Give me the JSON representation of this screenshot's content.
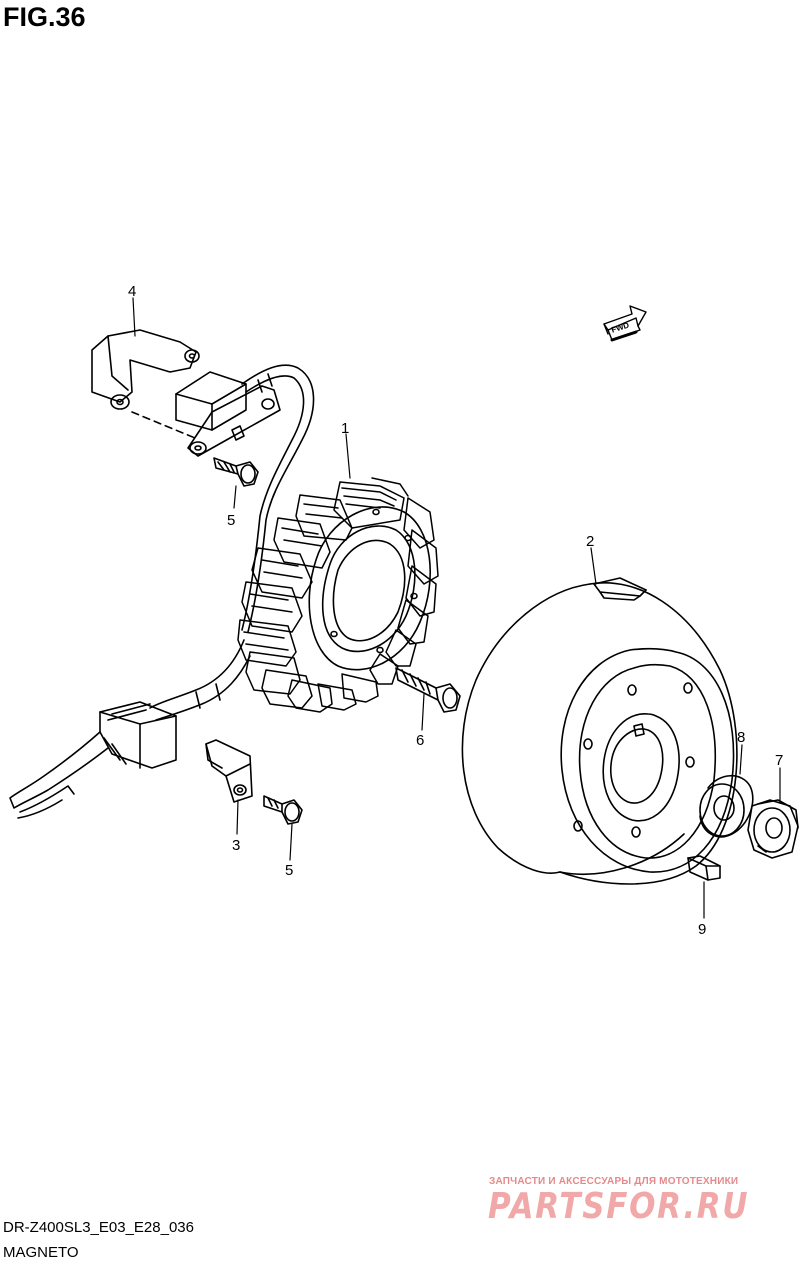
{
  "header": {
    "figure_title": "FIG.36"
  },
  "callouts": [
    {
      "id": "1",
      "label": "1"
    },
    {
      "id": "2",
      "label": "2"
    },
    {
      "id": "3",
      "label": "3"
    },
    {
      "id": "4",
      "label": "4"
    },
    {
      "id": "5a",
      "label": "5"
    },
    {
      "id": "5b",
      "label": "5"
    },
    {
      "id": "6",
      "label": "6"
    },
    {
      "id": "7",
      "label": "7"
    },
    {
      "id": "8",
      "label": "8"
    },
    {
      "id": "9",
      "label": "9"
    }
  ],
  "direction_marker": {
    "label": "FWD"
  },
  "footer": {
    "model_code": "DR-Z400SL3_E03_E28_036",
    "section": "MAGNETO"
  },
  "watermark": {
    "tagline": "ЗАПЧАСТИ И АКСЕССУАРЫ ДЛЯ МОТОТЕХНИКИ",
    "logo": "PARTSFOR.RU"
  }
}
